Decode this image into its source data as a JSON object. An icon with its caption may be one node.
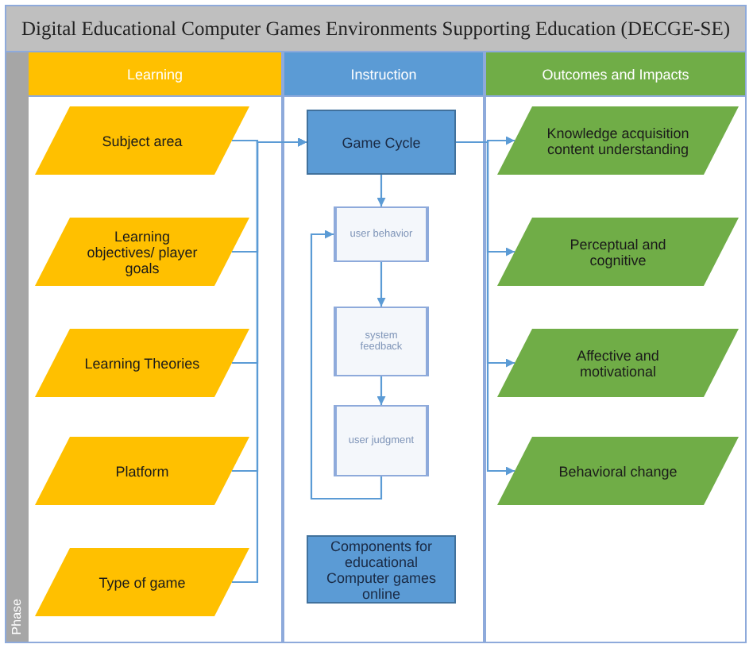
{
  "diagram": {
    "nodes": [
      {
        "text": [
          "Digital Educational Computer Games Environments Supporting Education (DECGE-SE)"
        ]
      },
      {
        "text": [
          "Learning"
        ],
        "in": 0
      },
      {
        "text": [
          "Subject area"
        ],
        "in": 1
      },
      {
        "text": [
          "Learning objectives/ player goals"
        ],
        "in": 1
      },
      {
        "text": [
          "Learning Theories"
        ],
        "in": 1
      },
      {
        "text": [
          "Platform"
        ],
        "in": 1
      },
      {
        "text": [
          "Type of game"
        ],
        "in": 1
      },
      {
        "text": [
          "Instruction"
        ],
        "in": 0
      },
      {
        "text": [
          "Game Cycle"
        ],
        "in": 7
      },
      {
        "text": [
          "user behavior"
        ],
        "in": 7
      },
      {
        "text": [
          "system feedback"
        ],
        "in": 7
      },
      {
        "text": [
          "user judgment"
        ],
        "in": 7
      },
      {
        "text": [
          "Components for educational Computer games online"
        ],
        "in": 7
      },
      {
        "text": [
          "Outcomes and Impacts"
        ],
        "in": 0
      },
      {
        "text": [
          "Knowledge acquisition content understanding"
        ],
        "in": 13
      },
      {
        "text": [
          "Perceptual and cognitive"
        ],
        "in": 13
      },
      {
        "text": [
          "Affective and motivational"
        ],
        "in": 13
      },
      {
        "text": [
          "Behavioral change"
        ],
        "in": 13
      }
    ],
    "edges": [
      {
        "from": 2,
        "to": 8,
        "arrow": "to"
      },
      {
        "from": 3,
        "to": 8,
        "arrow": "to"
      },
      {
        "from": 4,
        "to": 8,
        "arrow": "to"
      },
      {
        "from": 5,
        "to": 8,
        "arrow": "to"
      },
      {
        "from": 6,
        "to": 8,
        "arrow": "to"
      },
      {
        "from": 8,
        "to": 9,
        "arrow": "to"
      },
      {
        "from": 9,
        "to": 10,
        "arrow": "to"
      },
      {
        "from": 10,
        "to": 11,
        "arrow": "to"
      },
      {
        "from": 11,
        "to": 9,
        "arrow": "to"
      },
      {
        "from": 8,
        "to": 14,
        "arrow": "to"
      },
      {
        "from": 8,
        "to": 15,
        "arrow": "to"
      },
      {
        "from": 8,
        "to": 16,
        "arrow": "to"
      },
      {
        "from": 8,
        "to": 17,
        "arrow": "to"
      }
    ],
    "labels": [
      "Phase"
    ]
  }
}
